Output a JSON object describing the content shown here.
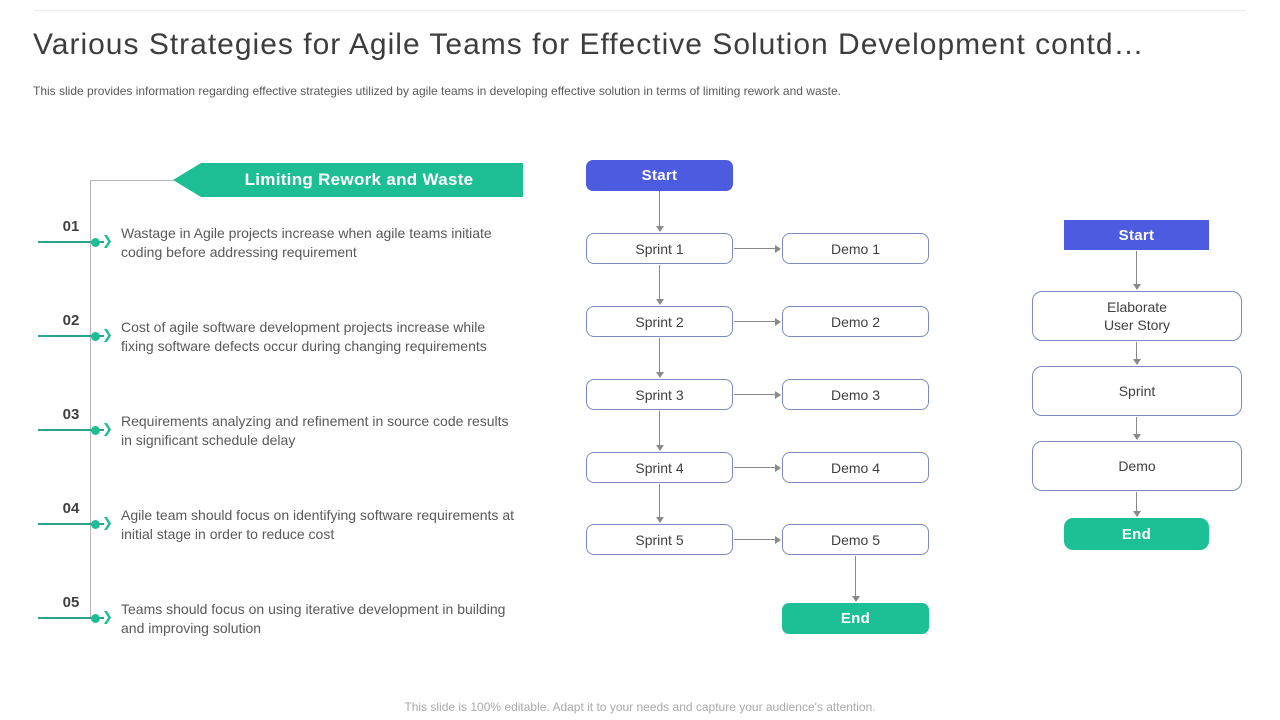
{
  "slide": {
    "title": "Various Strategies for Agile Teams for Effective Solution Development contd…",
    "subtitle": "This slide provides information regarding effective strategies utilized by agile teams in developing effective solution in terms of limiting rework and waste.",
    "footer": "This slide is 100% editable. Adapt it to your needs and capture your audience's attention."
  },
  "colors": {
    "accent_green": "#1EBE94",
    "accent_blue": "#4C5BE0",
    "node_border": "#7C8BBF",
    "underline_teal": "#2AA38E",
    "arrow_gray": "#8A8A8A",
    "title_text": "#3D3D3D",
    "body_text": "#595959",
    "footer_text": "#A9A9A9"
  },
  "icons": {
    "chevron": "❯"
  },
  "left_panel": {
    "banner_label": "Limiting Rework and Waste",
    "items": [
      {
        "number": "01",
        "text": "Wastage in Agile projects increase when agile teams initiate coding before addressing requirement"
      },
      {
        "number": "02",
        "text": "Cost of agile software development projects increase while fixing software defects occur during changing requirements"
      },
      {
        "number": "03",
        "text": "Requirements analyzing and refinement in source code results in significant schedule delay"
      },
      {
        "number": "04",
        "text": "Agile team should focus on identifying software requirements at initial stage in order to reduce cost"
      },
      {
        "number": "05",
        "text": "Teams should focus on using iterative development in building and improving solution"
      }
    ]
  },
  "sprint_flow": {
    "start_label": "Start",
    "end_label": "End",
    "rows": [
      {
        "sprint": "Sprint 1",
        "demo": "Demo 1"
      },
      {
        "sprint": "Sprint 2",
        "demo": "Demo 2"
      },
      {
        "sprint": "Sprint 3",
        "demo": "Demo 3"
      },
      {
        "sprint": "Sprint 4",
        "demo": "Demo 4"
      },
      {
        "sprint": "Sprint 5",
        "demo": "Demo 5"
      }
    ]
  },
  "overview_flow": {
    "start_label": "Start",
    "steps": [
      {
        "label": "Elaborate\nUser Story"
      },
      {
        "label": "Sprint"
      },
      {
        "label": "Demo"
      }
    ],
    "end_label": "End"
  }
}
